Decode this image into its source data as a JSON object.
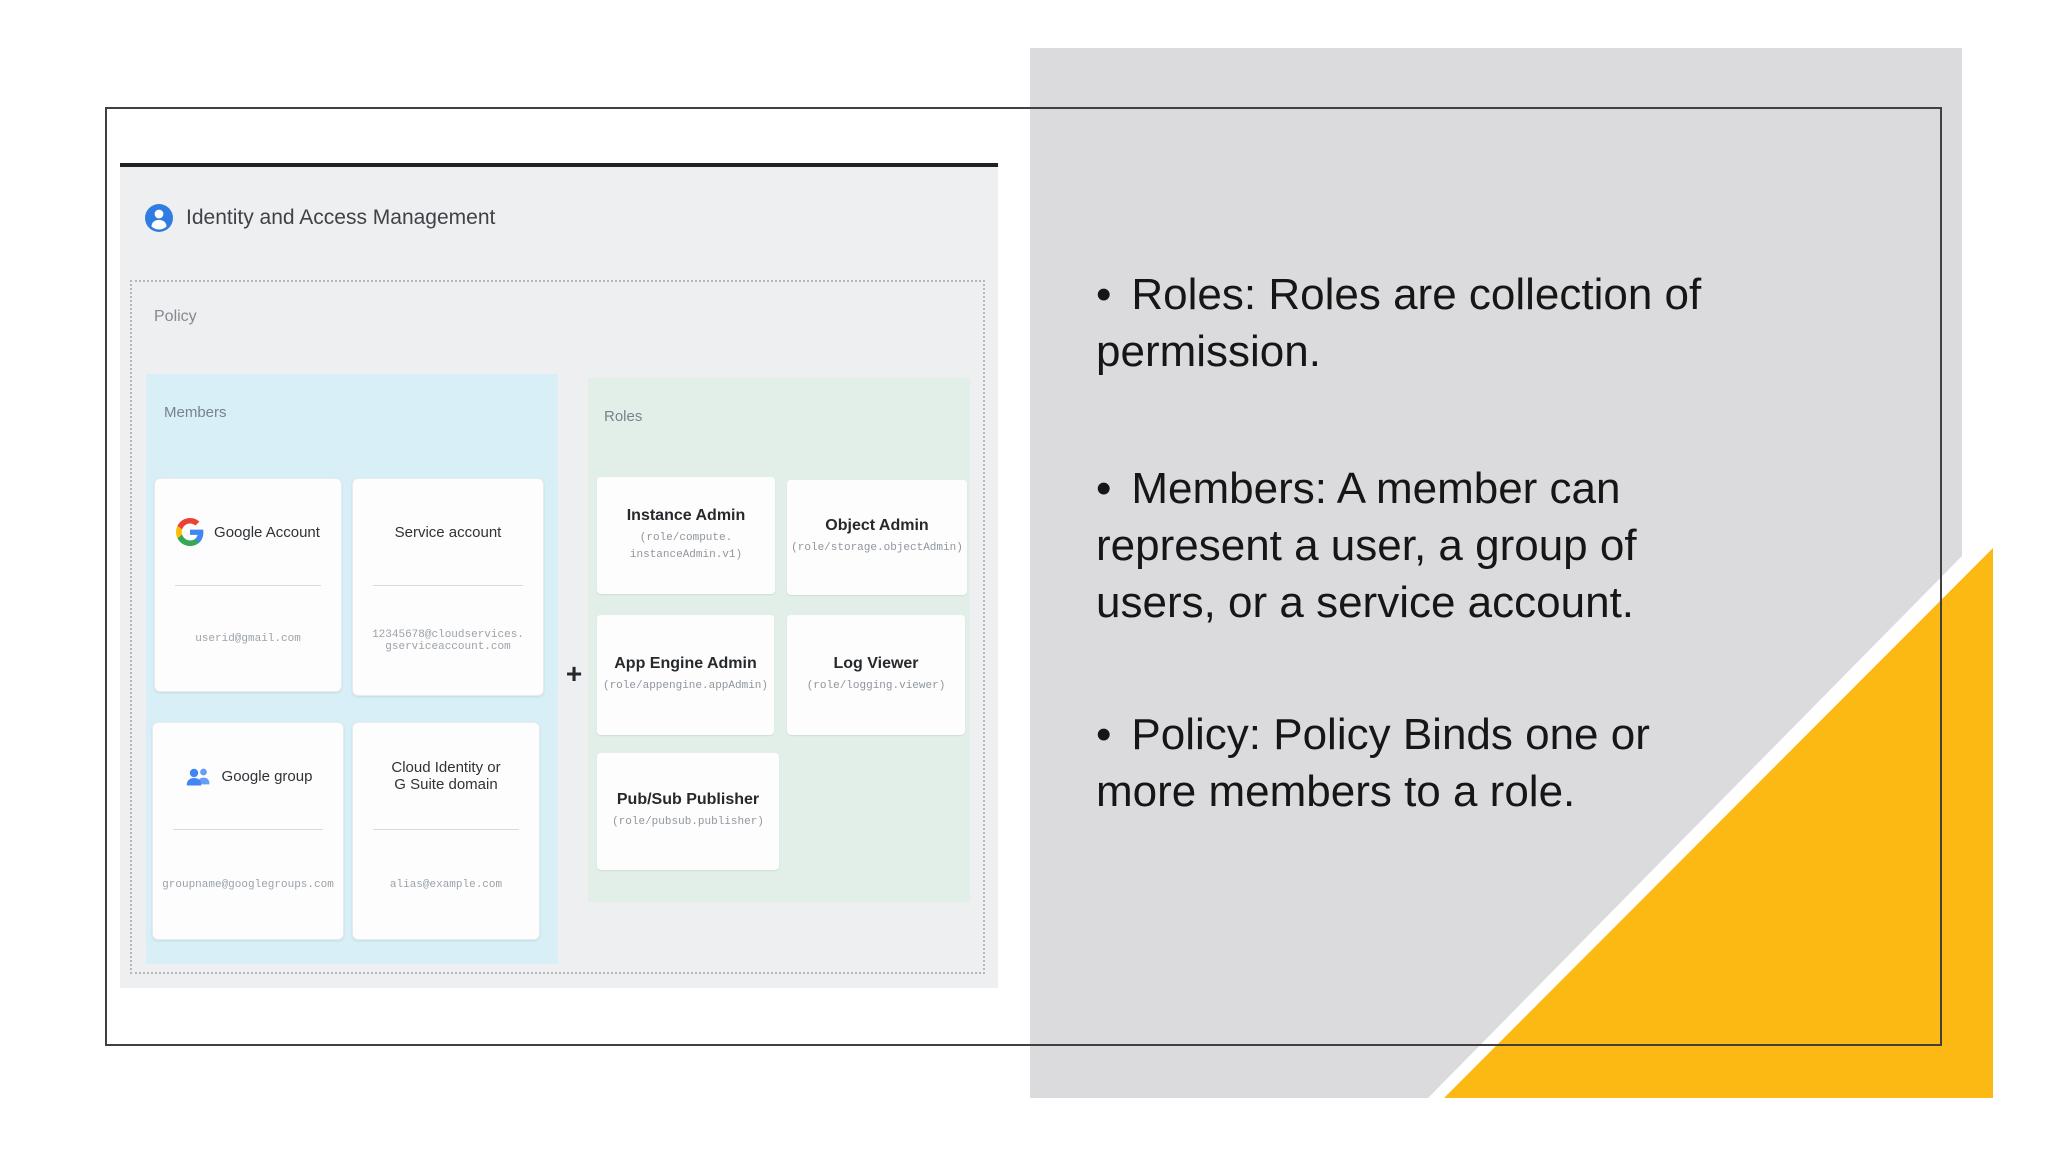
{
  "colors": {
    "accent_yellow": "#FDB913",
    "panel_gray": "#DBDBDD",
    "members_panel_cyan": "#D8EFF7",
    "roles_panel_green": "#E1EFE8",
    "google_blue": "#4285F4",
    "frame_border": "#404040"
  },
  "diagram": {
    "title": "Identity and Access Management",
    "policy": {
      "label": "Policy",
      "plus": "+",
      "members": {
        "label": "Members",
        "cards": [
          {
            "title": "Google Account",
            "icon": "google-g-icon",
            "email": "userid@gmail.com"
          },
          {
            "title": "Service account",
            "email": "12345678@cloudservices.\ngserviceaccount.com"
          },
          {
            "title": "Google group",
            "icon": "google-group-icon",
            "email": "groupname@googlegroups.com"
          },
          {
            "title": "Cloud Identity or\nG Suite domain",
            "email": "alias@example.com"
          }
        ]
      },
      "roles": {
        "label": "Roles",
        "cards": [
          {
            "title": "Instance Admin",
            "role": "(role/compute.\ninstanceAdmin.v1)"
          },
          {
            "title": "Object Admin",
            "role": "(role/storage.objectAdmin)"
          },
          {
            "title": "App Engine Admin",
            "role": "(role/appengine.appAdmin)"
          },
          {
            "title": "Log Viewer",
            "role": "(role/logging.viewer)"
          },
          {
            "title": "Pub/Sub Publisher",
            "role": "(role/pubsub.publisher)"
          }
        ]
      }
    }
  },
  "notes": {
    "bullet_char": "•",
    "bullets": [
      "Roles: Roles are collection of  permission.",
      "Members: A member can represent a user, a group of users, or a service account.",
      "Policy: Policy Binds one or more members to a role."
    ]
  }
}
